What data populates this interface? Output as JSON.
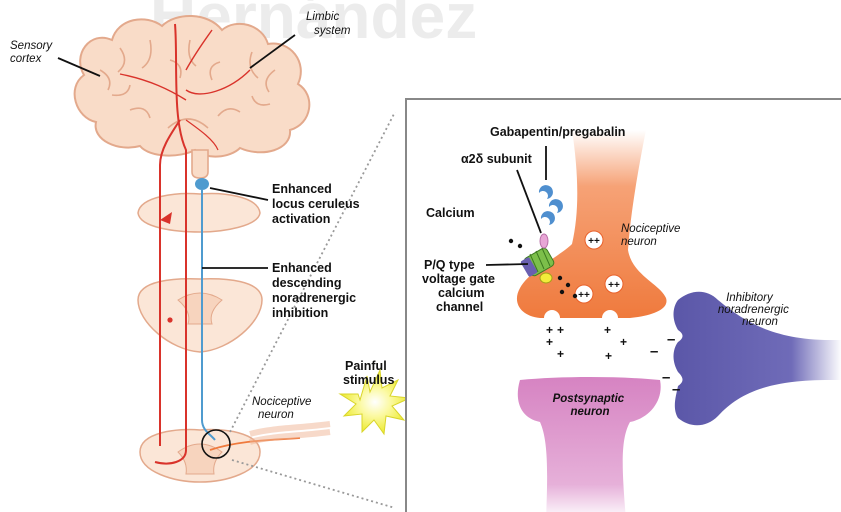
{
  "watermark": "Hernández",
  "labels": {
    "sensory_cortex": [
      "Sensory",
      "cortex"
    ],
    "limbic_system": [
      "Limbic",
      "system"
    ],
    "locus_ceruleus": [
      "Enhanced",
      "locus ceruleus",
      "activation"
    ],
    "descending": [
      "Enhanced",
      "descending",
      "noradrenergic",
      "inhibition"
    ],
    "painful_stimulus": [
      "Painful",
      "stimulus"
    ],
    "nociceptive_neuron_left": [
      "Nociceptive",
      "neuron"
    ],
    "gabapentin": "Gabapentin/pregabalin",
    "alpha2delta": "α2δ subunit",
    "calcium": "Calcium",
    "channel": [
      "P/Q type",
      "voltage gate",
      "calcium",
      "channel"
    ],
    "nociceptive_neuron_right": [
      "Nociceptive",
      "neuron"
    ],
    "inhibitory": [
      "Inhibitory",
      "noradrenergic",
      "neuron"
    ],
    "postsynaptic": [
      "Postsynaptic",
      "neuron"
    ]
  },
  "colors": {
    "brain_fill": "#f9dcc8",
    "brain_stroke": "#e3a98c",
    "ascending_path": "#d9332b",
    "descending_path": "#4f9bcf",
    "nociceptive_neuron": "#ef7a3d",
    "postsynaptic_neuron": "#d683c2",
    "inhibitory_neuron": "#5b57a8",
    "stimulus": "#f3f046",
    "channel_green": "#7cbf4a",
    "channel_purple": "#6a5fb0",
    "gabapentin": "#4f8fcf"
  }
}
